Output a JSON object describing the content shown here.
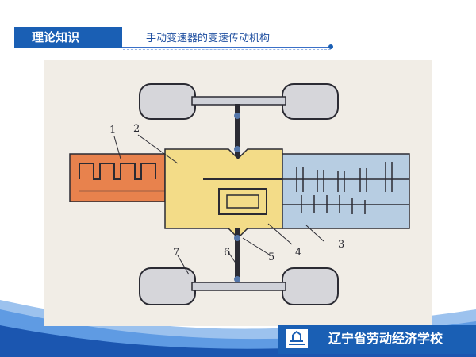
{
  "header": {
    "section_label": "理论知识",
    "title": "手动变速器的变速传动机构"
  },
  "diagram": {
    "callouts": [
      "1",
      "2",
      "3",
      "4",
      "5",
      "6",
      "7"
    ],
    "colors": {
      "engine": "#e8824d",
      "clutch": "#d896b8",
      "final_drive": "#f3dc88",
      "gearbox": "#b7cde2",
      "wheel": "#d6d6da",
      "outline": "#2b2b33"
    }
  },
  "footer": {
    "school_name": "辽宁省劳动经济学校"
  },
  "colors": {
    "accent": "#1a5fb4",
    "wave_dark": "#1b56b0",
    "wave_light": "#5f9be3"
  }
}
